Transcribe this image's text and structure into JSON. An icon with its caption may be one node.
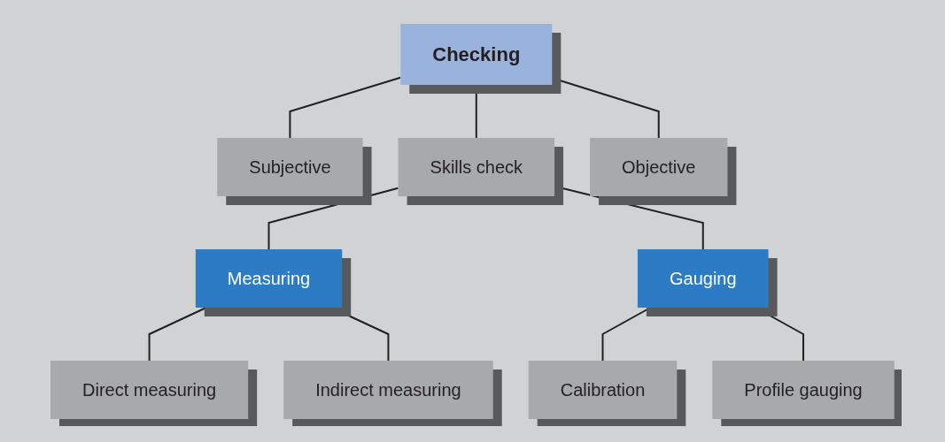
{
  "diagram": {
    "nodes": [
      {
        "text": [
          "Subjective"
        ]
      },
      {
        "text": [
          "Checking"
        ]
      },
      {
        "text": [
          "Objective"
        ]
      },
      {
        "text": [
          "Skills check"
        ]
      },
      {
        "text": [
          "Measuring"
        ]
      },
      {
        "text": [
          "Gauging"
        ]
      },
      {
        "text": [
          "Direct measuring"
        ]
      },
      {
        "text": [
          "Indirect measuring"
        ]
      },
      {
        "text": [
          "Calibration"
        ]
      },
      {
        "text": [
          "Profile gauging"
        ]
      }
    ],
    "edges": [
      {
        "from": 0,
        "to": 1,
        "arrow": "none"
      },
      {
        "from": 1,
        "to": 2,
        "arrow": "none"
      },
      {
        "from": 1,
        "to": 3,
        "arrow": "none"
      },
      {
        "from": 3,
        "to": 4,
        "arrow": "none"
      },
      {
        "from": 3,
        "to": 5,
        "arrow": "none"
      },
      {
        "from": 4,
        "to": 6,
        "arrow": "none"
      },
      {
        "from": 4,
        "to": 7,
        "arrow": "none"
      },
      {
        "from": 5,
        "to": 8,
        "arrow": "none"
      },
      {
        "from": 5,
        "to": 9,
        "arrow": "none"
      }
    ]
  }
}
